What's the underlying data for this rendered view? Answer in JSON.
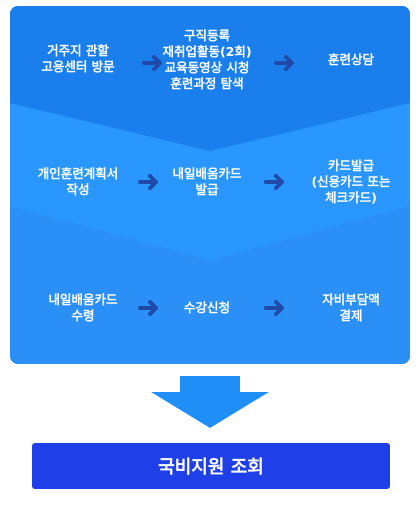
{
  "rows": [
    {
      "steps": [
        {
          "lines": [
            "거주지 관할",
            "고용센터 방문"
          ]
        },
        {
          "lines": [
            "구직등록",
            "재취업활동(2회)",
            "교육동영상 시청",
            "훈련과정 탐색"
          ]
        },
        {
          "lines": [
            "훈련상담"
          ]
        }
      ]
    },
    {
      "steps": [
        {
          "lines": [
            "개인훈련계획서",
            "작성"
          ]
        },
        {
          "lines": [
            "내일배움카드",
            "발급"
          ]
        },
        {
          "lines": [
            "카드발급",
            "(신용카드 또는",
            "체크카드)"
          ]
        }
      ]
    },
    {
      "steps": [
        {
          "lines": [
            "내일배움카드",
            "수령"
          ]
        },
        {
          "lines": [
            "수강신청"
          ]
        },
        {
          "lines": [
            "자비부담액",
            "결제"
          ]
        }
      ]
    }
  ],
  "button": {
    "label": "국비지원 조회"
  },
  "colors": {
    "band_top": "#1a7fec",
    "band_middle": "#2a96ff",
    "band_bottom": "#2b8ff8",
    "arrow": "#1f4aa8",
    "down_arrow": "#1f8ef6",
    "button": "#1f3fe8"
  }
}
